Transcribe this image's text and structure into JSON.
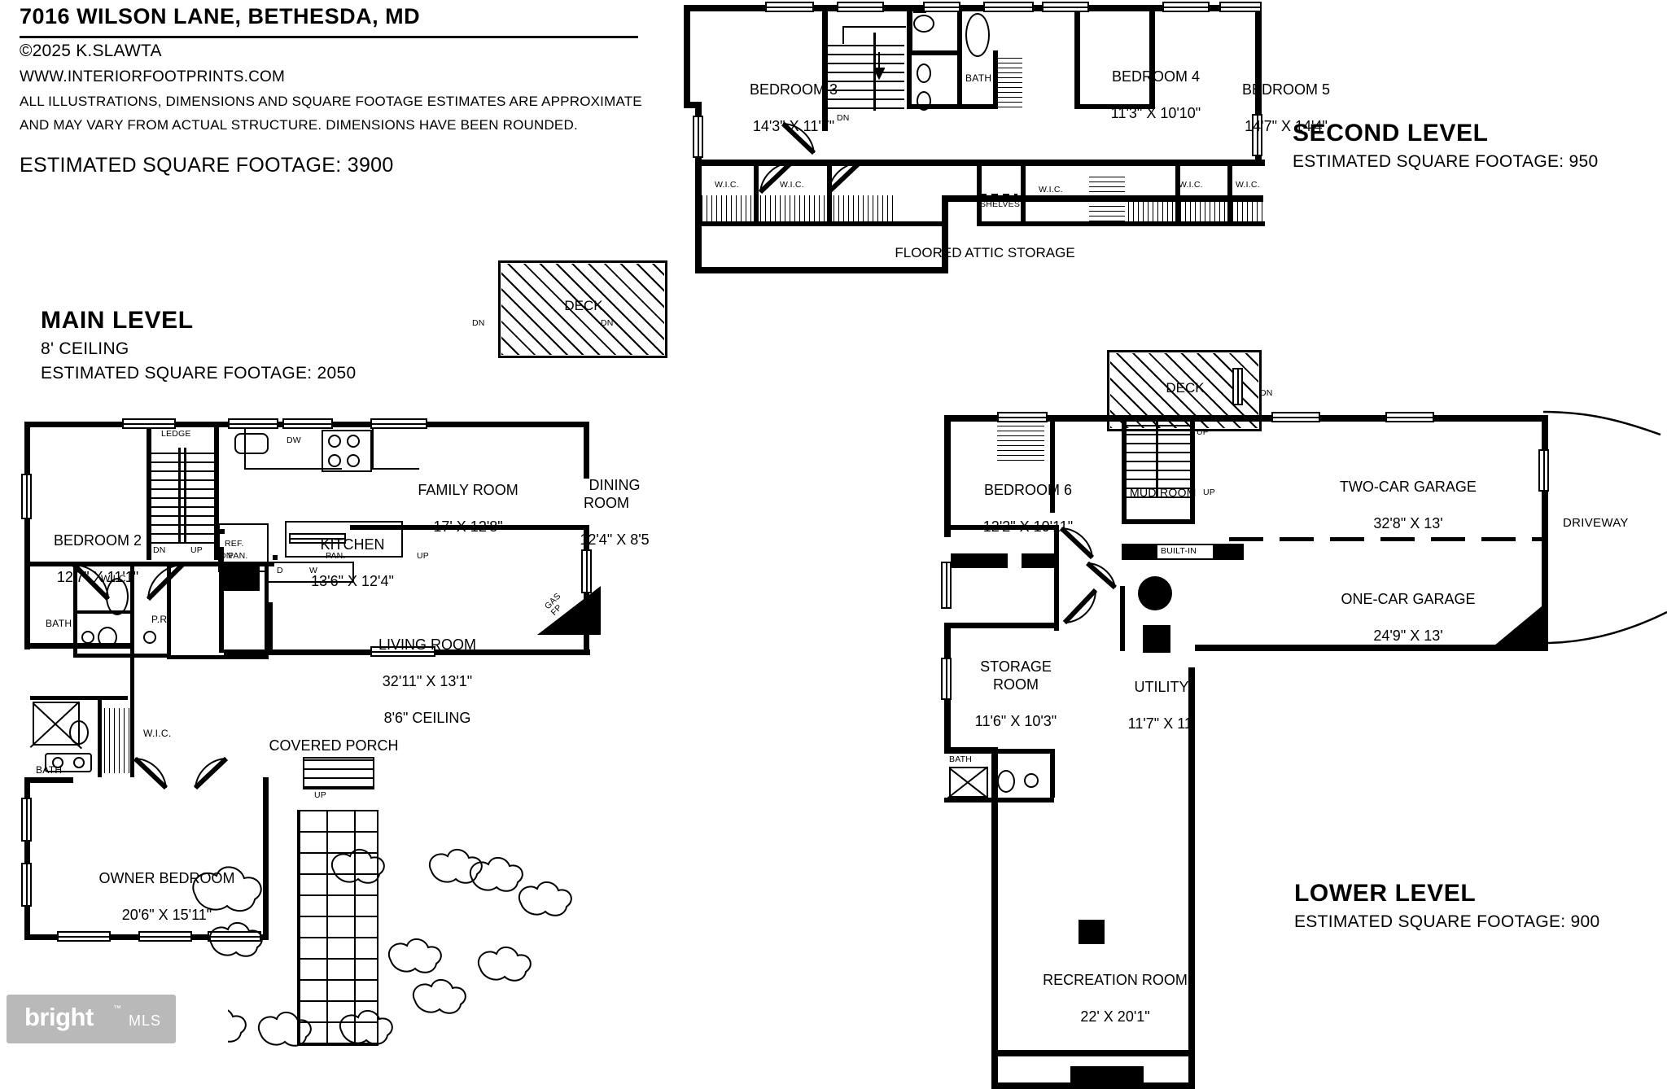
{
  "header": {
    "title": "7016 WILSON LANE, BETHESDA, MD",
    "copyright": "©2025 K.SLAWTA",
    "website": "WWW.INTERIORFOOTPRINTS.COM",
    "disclaimer_line1": "ALL ILLUSTRATIONS, DIMENSIONS AND SQUARE FOOTAGE ESTIMATES ARE APPROXIMATE",
    "disclaimer_line2": "AND MAY VARY FROM ACTUAL STRUCTURE. DIMENSIONS HAVE BEEN ROUNDED.",
    "total_sqft": "ESTIMATED SQUARE FOOTAGE: 3900"
  },
  "levels": {
    "main": {
      "title": "MAIN LEVEL",
      "ceiling": "8' CEILING",
      "sqft": "ESTIMATED SQUARE FOOTAGE: 2050"
    },
    "second": {
      "title": "SECOND LEVEL",
      "sqft": "ESTIMATED SQUARE FOOTAGE: 950"
    },
    "lower": {
      "title": "LOWER LEVEL",
      "sqft": "ESTIMATED SQUARE FOOTAGE: 900"
    }
  },
  "main_level_rooms": [
    {
      "name": "BEDROOM 2",
      "dims": "12'7\" X 11'1\""
    },
    {
      "name": "KITCHEN",
      "dims": "13'6\" X 12'4\""
    },
    {
      "name": "FAMILY ROOM",
      "dims": "17' X 12'8\""
    },
    {
      "name": "DINING\nROOM",
      "dims": "12'4\" X 8'5"
    },
    {
      "name": "LIVING ROOM",
      "dims": "32'11\" X 13'1\"",
      "note": "8'6\" CEILING"
    },
    {
      "name": "OWNER BEDROOM",
      "dims": "20'6\" X 15'11\""
    },
    {
      "name": "COVERED PORCH",
      "dims": ""
    },
    {
      "name": "DECK",
      "dims": ""
    }
  ],
  "main_level_tags": {
    "ledge": "LEDGE",
    "ref": "REF.",
    "dw": "DW",
    "pan1": "PAN.",
    "pan2": "PAN.",
    "d": "D",
    "w": "W",
    "pr": "P.R.",
    "bath_upper": "BATH",
    "bath_lower": "BATH",
    "wic_upper": "W.I.C.",
    "wic_lower": "W.I.C.",
    "gas_fp": "GAS\nFP",
    "dn": "DN",
    "up": "UP"
  },
  "second_level_rooms": [
    {
      "name": "BEDROOM 3",
      "dims": "14'3\" X 11'7\""
    },
    {
      "name": "BEDROOM 4",
      "dims": "11'3\" X 10'10\""
    },
    {
      "name": "BEDROOM 5",
      "dims": "14'7\" X 14'4\""
    }
  ],
  "second_level_tags": {
    "bath": "BATH",
    "wic1": "W.I.C.",
    "wic2": "W.I.C.",
    "shelves": "SHELVES",
    "wic3": "W.I.C.",
    "wic4": "W.I.C.",
    "wic5": "W.I.C.",
    "attic": "FLOORED ATTIC STORAGE",
    "dn": "DN"
  },
  "lower_level_rooms": [
    {
      "name": "BEDROOM 6",
      "dims": "12'2\" X 10'11\""
    },
    {
      "name": "STORAGE\nROOM",
      "dims": "11'6\" X 10'3\""
    },
    {
      "name": "UTILITY",
      "dims": "11'7\" X 11'"
    },
    {
      "name": "RECREATION ROOM",
      "dims": "22' X 20'1\""
    },
    {
      "name": "TWO-CAR GARAGE",
      "dims": "32'8\" X 13'"
    },
    {
      "name": "ONE-CAR GARAGE",
      "dims": "24'9\" X 13'"
    }
  ],
  "lower_level_tags": {
    "deck": "DECK",
    "mud_room": "MUD ROOM",
    "built_in": "BUILT-IN",
    "bath": "BATH",
    "driveway": "DRIVEWAY",
    "up1": "UP",
    "up2": "UP",
    "dn": "DN"
  },
  "watermark": {
    "brand": "bright",
    "tm": "™",
    "suffix": "MLS"
  },
  "colors": {
    "ink": "#000000",
    "paper": "#ffffff",
    "watermark_bg": "#b9b9b9"
  }
}
